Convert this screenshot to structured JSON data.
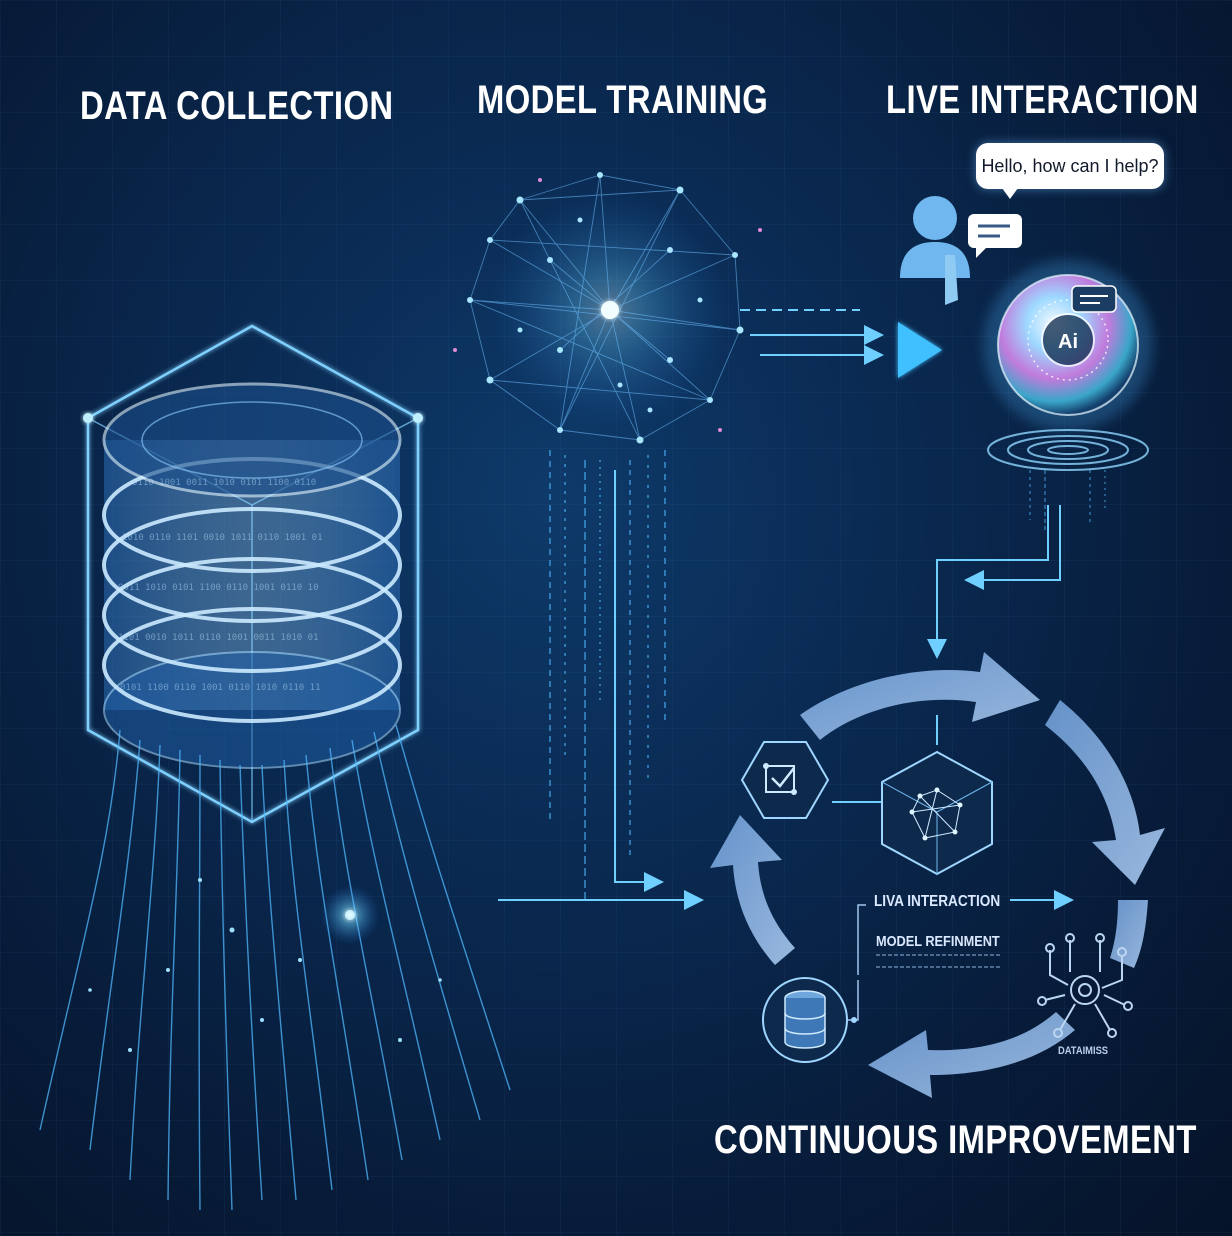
{
  "headings": {
    "data_collection": "DATA COLLECTION",
    "model_training": "MODEL TRAINING",
    "live_interaction": "LIVE INTERACTION",
    "continuous_improvement": "CONTINUOUS IMPROVEMENT"
  },
  "chat": {
    "bubble_text": "Hello, how can I help?",
    "ai_badge": "Ai"
  },
  "cycle": {
    "live_label": "LIVA INTERACTION",
    "refinement_label": "MODEL REFINMENT",
    "data_label": "DATAIMISS"
  },
  "icons": {
    "database": "cylinder-database-icon",
    "network": "neural-network-icon",
    "user": "user-icon",
    "chat": "chat-icon",
    "ai_orb": "ai-orb-icon",
    "shield": "shield-check-icon",
    "cube": "network-cube-icon",
    "circuit": "circuit-icon",
    "small_database": "database-icon"
  },
  "colors": {
    "background": "#081a33",
    "accent": "#4fc3ff",
    "glow": "#7fd6ff",
    "arrow": "#8fb7e6"
  }
}
